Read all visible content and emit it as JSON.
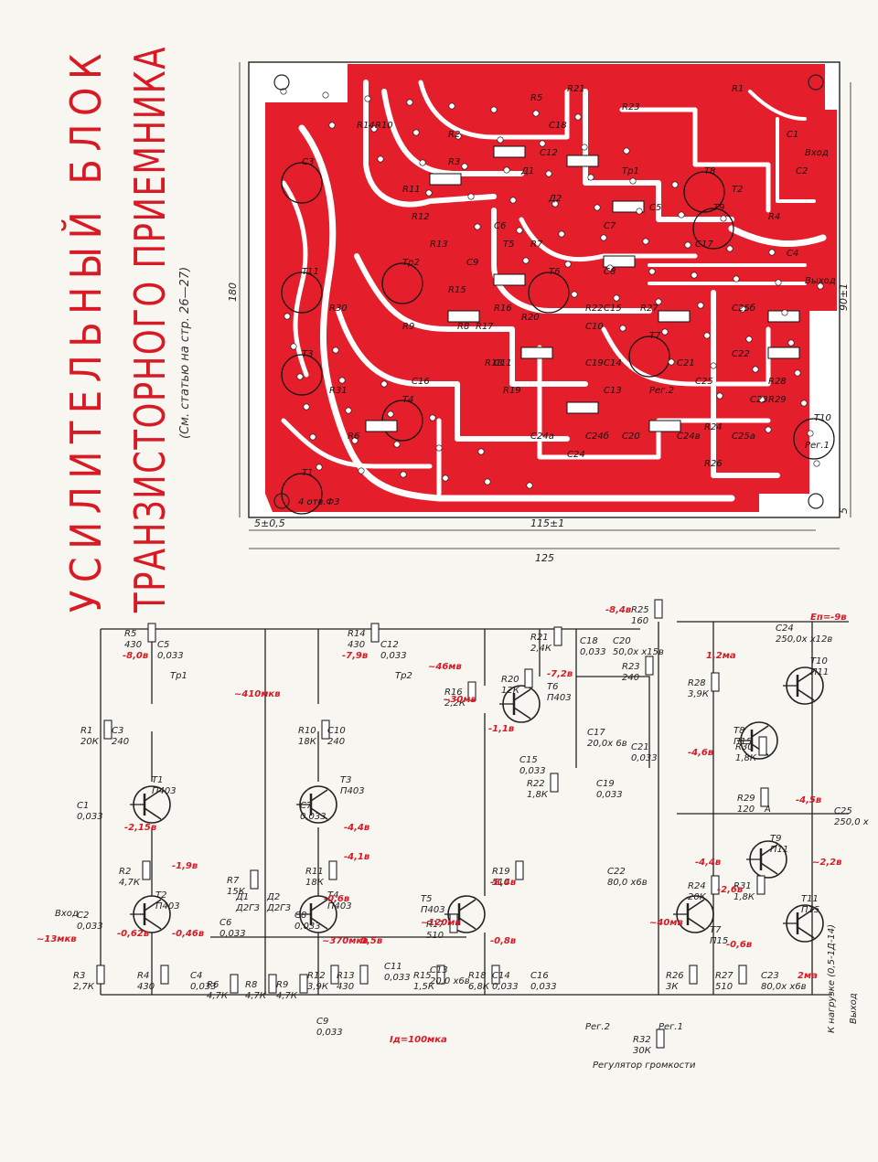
{
  "title": {
    "line1": "УСИЛИТЕЛЬНЫЙ БЛОК",
    "line2": "ТРАНЗИСТОРНОГО ПРИЕМНИКА",
    "note": "(См. статью на стр. 26—27)"
  },
  "colors": {
    "accent": "#d81a24",
    "ink": "#222222",
    "paper": "#f7f6f1"
  },
  "pcb": {
    "dims": {
      "height": "180",
      "inner_height": "90±1",
      "width": "125",
      "inner_width": "115±1",
      "margin_left": "5±0,5",
      "margin_bottom": "5",
      "holes": "4 отв.Ф3"
    },
    "labels": [
      {
        "t": "R1"
      },
      {
        "t": "C1"
      },
      {
        "t": "Вход"
      },
      {
        "t": "T2"
      },
      {
        "t": "C2"
      },
      {
        "t": "C3"
      },
      {
        "t": "R4"
      },
      {
        "t": "C4"
      },
      {
        "t": "R2"
      },
      {
        "t": "R3"
      },
      {
        "t": "Tp1"
      },
      {
        "t": "C5"
      },
      {
        "t": "C6"
      },
      {
        "t": "C7"
      },
      {
        "t": "C8"
      },
      {
        "t": "C9"
      },
      {
        "t": "R5"
      },
      {
        "t": "R6"
      },
      {
        "t": "R7"
      },
      {
        "t": "R8"
      },
      {
        "t": "R9"
      },
      {
        "t": "R10"
      },
      {
        "t": "R11"
      },
      {
        "t": "R12"
      },
      {
        "t": "R13"
      },
      {
        "t": "R14"
      },
      {
        "t": "R15"
      },
      {
        "t": "R16"
      },
      {
        "t": "R17"
      },
      {
        "t": "R18"
      },
      {
        "t": "R19"
      },
      {
        "t": "R20"
      },
      {
        "t": "R21"
      },
      {
        "t": "R22"
      },
      {
        "t": "R23"
      },
      {
        "t": "R24"
      },
      {
        "t": "R26"
      },
      {
        "t": "R27"
      },
      {
        "t": "R28"
      },
      {
        "t": "R29"
      },
      {
        "t": "R30"
      },
      {
        "t": "R31"
      },
      {
        "t": "Tp2"
      },
      {
        "t": "C10"
      },
      {
        "t": "C11"
      },
      {
        "t": "C12"
      },
      {
        "t": "C13"
      },
      {
        "t": "C14"
      },
      {
        "t": "C15"
      },
      {
        "t": "C16"
      },
      {
        "t": "C17"
      },
      {
        "t": "C18"
      },
      {
        "t": "C19"
      },
      {
        "t": "C20"
      },
      {
        "t": "C21"
      },
      {
        "t": "C22"
      },
      {
        "t": "C23"
      },
      {
        "t": "C24"
      },
      {
        "t": "C25"
      },
      {
        "t": "C25а"
      },
      {
        "t": "C25б"
      },
      {
        "t": "C24а"
      },
      {
        "t": "C24б"
      },
      {
        "t": "C24в"
      },
      {
        "t": "Д1"
      },
      {
        "t": "Д2"
      },
      {
        "t": "Рег.1"
      },
      {
        "t": "Рег.2"
      },
      {
        "t": "Выход"
      },
      {
        "t": "T1"
      },
      {
        "t": "T3"
      },
      {
        "t": "T4"
      },
      {
        "t": "T5"
      },
      {
        "t": "T6"
      },
      {
        "t": "T7"
      },
      {
        "t": "T8"
      },
      {
        "t": "T9"
      },
      {
        "t": "T10"
      },
      {
        "t": "T11"
      }
    ]
  },
  "schematic": {
    "components": [
      {
        "ref": "R5",
        "val": "430"
      },
      {
        "ref": "C5",
        "val": "0,033"
      },
      {
        "ref": "R1",
        "val": "20К"
      },
      {
        "ref": "C3",
        "val": "240"
      },
      {
        "ref": "Tp1",
        "val": ""
      },
      {
        "ref": "T1",
        "val": "П403"
      },
      {
        "ref": "C1",
        "val": "0,033"
      },
      {
        "ref": "R2",
        "val": "4,7К"
      },
      {
        "ref": "T2",
        "val": "П403"
      },
      {
        "ref": "C2",
        "val": "0,033"
      },
      {
        "ref": "R3",
        "val": "2,7К"
      },
      {
        "ref": "R4",
        "val": "430"
      },
      {
        "ref": "C4",
        "val": "0,033"
      },
      {
        "ref": "R7",
        "val": "15К"
      },
      {
        "ref": "C6",
        "val": "0,033"
      },
      {
        "ref": "Д1",
        "val": "Д2Г3"
      },
      {
        "ref": "Д2",
        "val": "Д2Г3"
      },
      {
        "ref": "R6",
        "val": "4,7К"
      },
      {
        "ref": "R8",
        "val": "4,7К"
      },
      {
        "ref": "R9",
        "val": "4,7К"
      },
      {
        "ref": "R14",
        "val": "430"
      },
      {
        "ref": "C12",
        "val": "0,033"
      },
      {
        "ref": "R10",
        "val": "18К"
      },
      {
        "ref": "C10",
        "val": "240"
      },
      {
        "ref": "T3",
        "val": "П403"
      },
      {
        "ref": "C7",
        "val": "0,033"
      },
      {
        "ref": "R11",
        "val": "18К"
      },
      {
        "ref": "T4",
        "val": "П403"
      },
      {
        "ref": "C8",
        "val": "0,033"
      },
      {
        "ref": "R12",
        "val": "3,9К"
      },
      {
        "ref": "R13",
        "val": "430"
      },
      {
        "ref": "C11",
        "val": "0,033"
      },
      {
        "ref": "R15",
        "val": "1,5К"
      },
      {
        "ref": "C9",
        "val": "0,033"
      },
      {
        "ref": "Tp2",
        "val": ""
      },
      {
        "ref": "R16",
        "val": "2,2К"
      },
      {
        "ref": "R19",
        "val": "510"
      },
      {
        "ref": "R17",
        "val": "510"
      },
      {
        "ref": "T5",
        "val": "П403"
      },
      {
        "ref": "C13",
        "val": "20,0 х6в"
      },
      {
        "ref": "R18",
        "val": "6,8К"
      },
      {
        "ref": "C14",
        "val": "0,033"
      },
      {
        "ref": "C16",
        "val": "0,033"
      },
      {
        "ref": "R21",
        "val": "2,4К"
      },
      {
        "ref": "C18",
        "val": "0,033"
      },
      {
        "ref": "C20",
        "val": "50,0х х15в"
      },
      {
        "ref": "R25",
        "val": "160"
      },
      {
        "ref": "R20",
        "val": "12К"
      },
      {
        "ref": "T6",
        "val": "П403"
      },
      {
        "ref": "R23",
        "val": "240"
      },
      {
        "ref": "C17",
        "val": "20,0х 6в"
      },
      {
        "ref": "C15",
        "val": "0,033"
      },
      {
        "ref": "R22",
        "val": "1,8К"
      },
      {
        "ref": "C19",
        "val": "0,033"
      },
      {
        "ref": "C21",
        "val": "0,033"
      },
      {
        "ref": "C22",
        "val": "80,0 х6в"
      },
      {
        "ref": "R28",
        "val": "3,9К"
      },
      {
        "ref": "T10",
        "val": "П11"
      },
      {
        "ref": "C24",
        "val": "250,0х х12в"
      },
      {
        "ref": "T8",
        "val": "П15"
      },
      {
        "ref": "R30",
        "val": "1,8К"
      },
      {
        "ref": "R29",
        "val": "120"
      },
      {
        "ref": "C25",
        "val": "250,0 х12в"
      },
      {
        "ref": "T9",
        "val": "П11"
      },
      {
        "ref": "R24",
        "val": "20К"
      },
      {
        "ref": "R31",
        "val": "1,8К"
      },
      {
        "ref": "T11",
        "val": "П15"
      },
      {
        "ref": "T7",
        "val": "П15"
      },
      {
        "ref": "R26",
        "val": "3К"
      },
      {
        "ref": "R27",
        "val": "510"
      },
      {
        "ref": "C23",
        "val": "80,0х х6в"
      },
      {
        "ref": "R32",
        "val": "30К"
      }
    ],
    "voltages": [
      {
        "t": "-8,0в"
      },
      {
        "t": "~410мкв"
      },
      {
        "t": "-2,15в"
      },
      {
        "t": "-1,9в"
      },
      {
        "t": "-0,62в"
      },
      {
        "t": "-0,46в"
      },
      {
        "t": "~13мкв"
      },
      {
        "t": "-7,9в"
      },
      {
        "t": "~46мв"
      },
      {
        "t": "~30мв"
      },
      {
        "t": "-4,4в"
      },
      {
        "t": "-4,1в"
      },
      {
        "t": "-0,6в"
      },
      {
        "t": "~370мкв"
      },
      {
        "t": "-0,5в"
      },
      {
        "t": "Iд=100мка"
      },
      {
        "t": "-8,4в"
      },
      {
        "t": "-7,2в"
      },
      {
        "t": "-1,1в"
      },
      {
        "t": "~120мв"
      },
      {
        "t": "-0,8в"
      },
      {
        "t": "~40мв"
      },
      {
        "t": "1,2ма"
      },
      {
        "t": "-4,6в"
      },
      {
        "t": "-4,5в"
      },
      {
        "t": "-4,4в"
      },
      {
        "t": "~2,2в"
      },
      {
        "t": "-2,6в"
      },
      {
        "t": "-0,6в"
      },
      {
        "t": "2ма"
      },
      {
        "t": "Eп=-9в"
      },
      {
        "t": "-8,4в"
      }
    ],
    "text": {
      "input": "Вход",
      "a_node": "А",
      "reg2": "Рег.2",
      "reg1": "Рег.1",
      "volume": "Регулятор громкости",
      "load": "К нагрузке (0,5-1Д-14)",
      "output": "Выход"
    }
  }
}
